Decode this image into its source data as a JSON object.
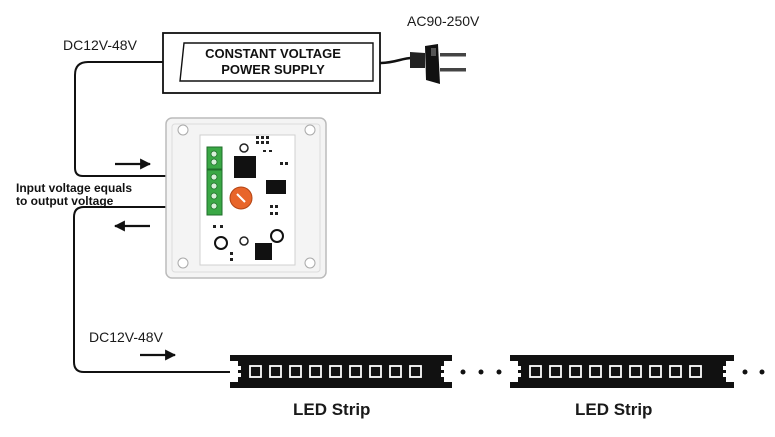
{
  "power_supply": {
    "line1": "CONSTANT VOLTAGE",
    "line2": "POWER SUPPLY"
  },
  "labels": {
    "ac_input": "AC90-250V",
    "dc_input": "DC12V-48V",
    "dc_output": "DC12V-48V",
    "note_line1": "Input voltage equals",
    "note_line2": "to output voltage"
  },
  "led_strips": [
    {
      "label": "LED Strip"
    },
    {
      "label": "LED Strip"
    }
  ],
  "colors": {
    "line": "#111111",
    "terminal_green": "#3aa845",
    "dial_orange": "#e8652a",
    "wire_red": "#d93a2a"
  },
  "icons": [
    "power-plug-icon",
    "arrow-right-icon",
    "arrow-left-icon",
    "dimmer-module-icon"
  ]
}
